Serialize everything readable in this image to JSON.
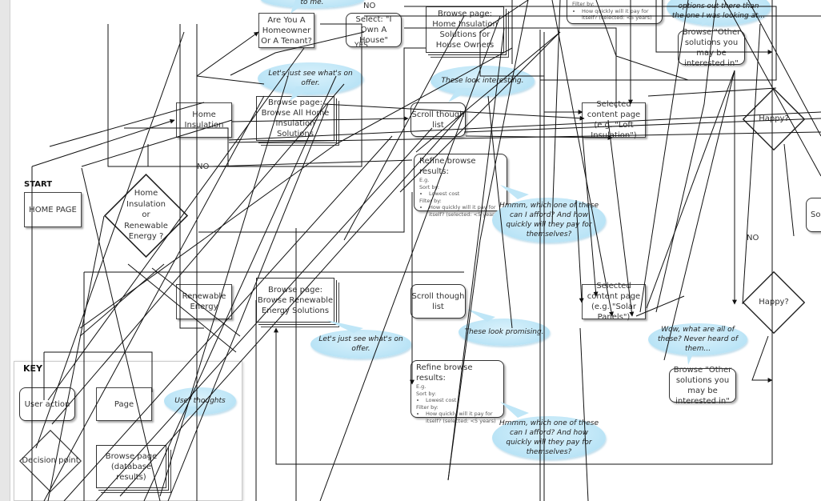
{
  "start_label": "START",
  "nodes": {
    "home_page": "HOME PAGE",
    "decision_topic": "Home Insulation or Renewable Energy ?",
    "home_insulation": "Home Insulation",
    "renewable_energy": "Renewable Energy",
    "homeowner_question": "Are You A Homeowner Or A Tenant?",
    "select_own_house": "Select: \"I Own A House\"",
    "browse_house_owners": "Browse page: Home Insulation Solutions for House Owners",
    "browse_all_insulation": "Browse page: Browse All Home Insulation Solutions",
    "browse_renewable": "Browse page: Browse Renewable Energy Solutions",
    "scroll_list_top": "Scroll though list",
    "scroll_list_bottom": "Scroll though list",
    "selected_loft": "Selected content page (e.g. \"Loft Insulation\")",
    "selected_solar": "Selected content page (e.g. \"Solar Panels\")",
    "browse_other_top": "Browse \"Other solutions you may be interested in\"",
    "browse_other_bottom": "Browse \"Other solutions you may be interested in\"",
    "happy_top": "Happy?",
    "happy_bottom": "Happy?",
    "partial_right": "Sol"
  },
  "refine_top": {
    "title": "Refine browse results:",
    "eg": "E.g.",
    "sort_label": "Sort by:",
    "sort_items": [
      "Lowest cost"
    ],
    "filter_label": "Filter by:",
    "filter_items": [
      "How quickly will it pay for itself? (selected: <5 years)"
    ]
  },
  "refine_bottom": {
    "title": "Refine browse results:",
    "eg": "E.g.",
    "sort_label": "Sort by:",
    "sort_items": [
      "Lowest cost"
    ],
    "filter_label": "Filter by:",
    "filter_items": [
      "How quickly will it pay for itself? (selected: <5 years)"
    ]
  },
  "refine_partial_top": {
    "filter_label": "Filter by:",
    "filter_item": "How quickly will it pay for itself? (selected: <5 years)"
  },
  "bubbles": {
    "top_partial": "to me.",
    "offer_top": "Let's just see what's on offer.",
    "interesting": "These look interesting.",
    "afford_top": "Hmmm, which one of these can I afford? And how quickly will they pay for themselves?",
    "offer_bottom": "Let's just see what's on offer.",
    "promising": "These look promising.",
    "afford_bottom": "Hmmm, which one of these can I afford? And how quickly will they pay for themselves?",
    "other_options_partial": "options out there than the one I was looking at...",
    "never_heard": "Wow, what are all of these? Never heard of them..."
  },
  "edge_labels": {
    "no_top": "NO",
    "yes": "YES",
    "no_mid": "NO",
    "no_right": "NO"
  },
  "key": {
    "title": "KEY",
    "user_action": "User action",
    "page": "Page",
    "user_thoughts": "User thoughts",
    "decision_point": "Decision point",
    "browse_page": "Browse page (database results)"
  },
  "colors": {
    "bubble_fill": "#bfe6f7",
    "stroke": "#111111",
    "gutter": "#e6e6e6"
  }
}
